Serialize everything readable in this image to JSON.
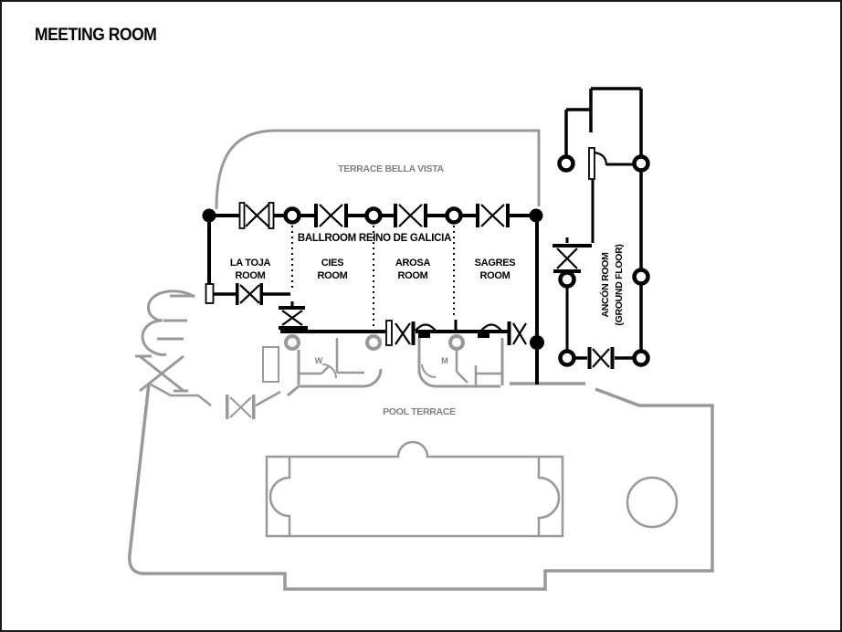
{
  "title": "MEETING ROOM",
  "plan": {
    "terrace_label": "TERRACE BELLA VISTA",
    "ballroom_label": "BALLROOM REINO DE GALICIA",
    "rooms": [
      {
        "line1": "LA TOJA",
        "line2": "ROOM"
      },
      {
        "line1": "CIES",
        "line2": "ROOM"
      },
      {
        "line1": "AROSA",
        "line2": "ROOM"
      },
      {
        "line1": "SAGRES",
        "line2": "ROOM"
      }
    ],
    "ancon": {
      "line1": "ANCÓN ROOM",
      "line2": "(GROUND FLOOR)"
    },
    "pool_label": "POOL TERRACE",
    "restrooms": {
      "women": "W",
      "men": "M"
    }
  },
  "icons": {
    "double_door": "plan double-swing door symbol",
    "single_door": "plan single-swing door symbol",
    "column_solid": "structural column (filled)",
    "column_open": "structural column (open)"
  },
  "colors": {
    "wall": "#000000",
    "gline": "#999999",
    "gtext": "#808080",
    "bg": "#ffffff"
  }
}
